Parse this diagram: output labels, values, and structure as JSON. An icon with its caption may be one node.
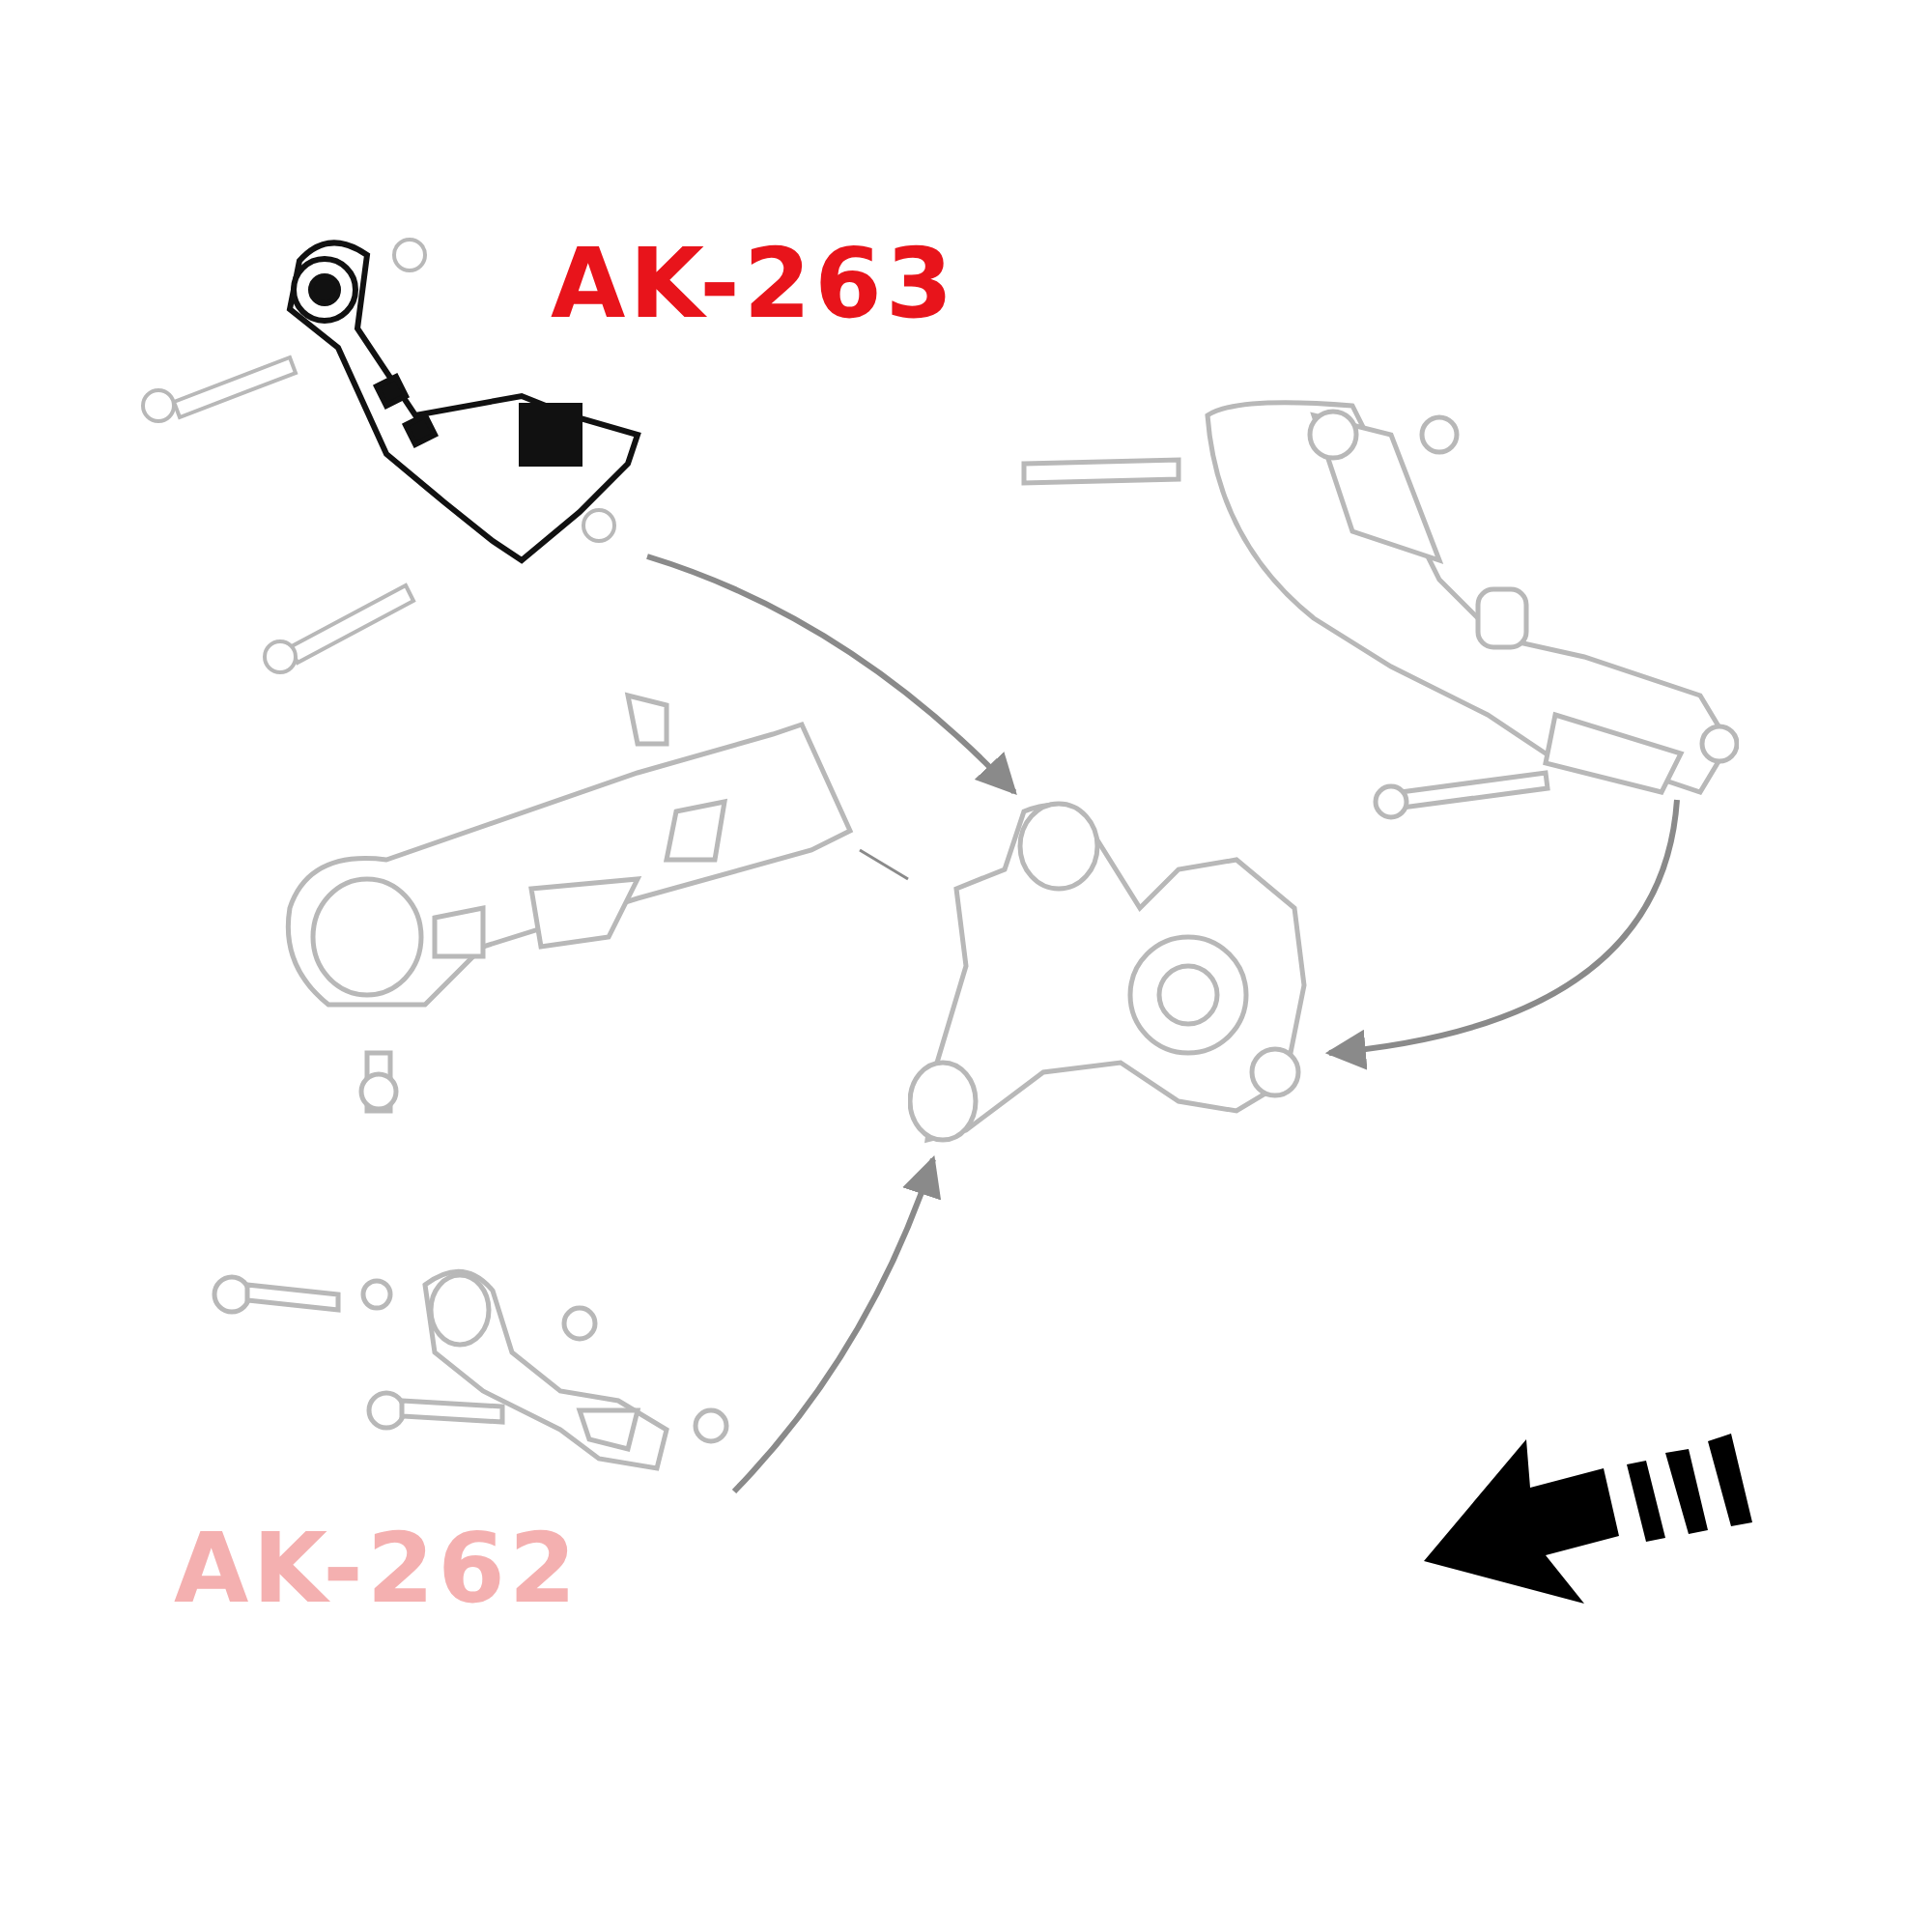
{
  "diagram": {
    "nodes": [
      {
        "text": [],
        "shape": "picture",
        "beside": [
          "AK-263"
        ]
      },
      {
        "text": [],
        "shape": "picture"
      },
      {
        "text": [],
        "shape": "picture"
      },
      {
        "text": [],
        "shape": "picture"
      },
      {
        "text": [],
        "shape": "picture",
        "beside": [
          "AK-262"
        ]
      }
    ],
    "edges": [
      {
        "from": 0,
        "to": 3,
        "arrow": "to"
      },
      {
        "from": 1,
        "to": 3,
        "arrow": "to"
      },
      {
        "from": 4,
        "to": 3,
        "arrow": "to"
      },
      {
        "from": 2,
        "to": 3,
        "arrow": "none"
      }
    ]
  }
}
